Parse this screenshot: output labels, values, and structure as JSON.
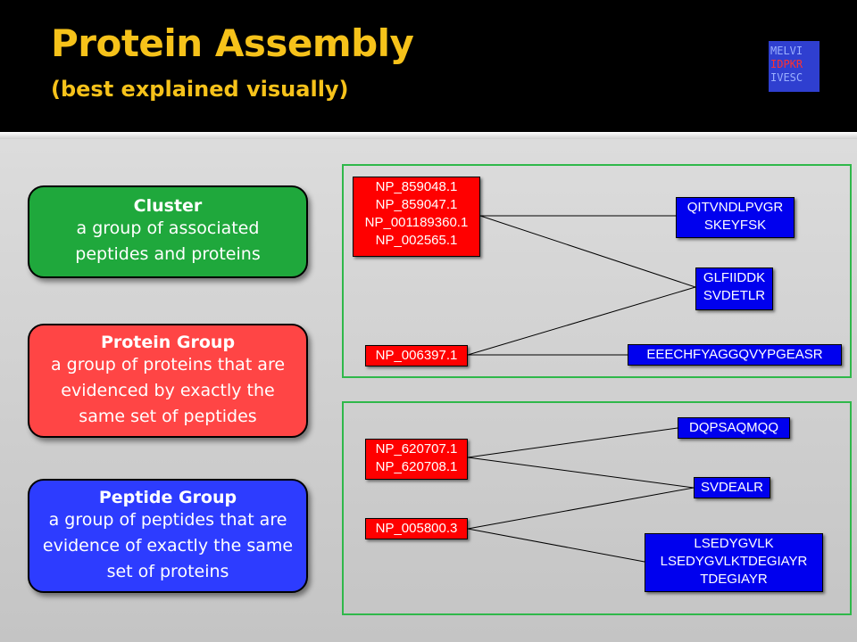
{
  "header": {
    "title": "Protein Assembly",
    "subtitle": "(best explained visually)",
    "logo_lines": [
      "MELVI",
      "IDPKR",
      "IVESC"
    ]
  },
  "definitions": {
    "cluster": {
      "title": "Cluster",
      "description": "a group of associated peptides and proteins"
    },
    "protein_group": {
      "title": "Protein Group",
      "description": "a group of proteins that are evidenced by exactly the same set of peptides"
    },
    "peptide_group": {
      "title": "Peptide Group",
      "description": "a group of peptides that are evidence of exactly the same set of proteins"
    }
  },
  "example1": {
    "protein_groups": [
      [
        "NP_859048.1",
        "NP_859047.1",
        "NP_001189360.1",
        "NP_002565.1"
      ],
      [
        "NP_006397.1"
      ]
    ],
    "peptide_groups": [
      [
        "QITVNDLPVGR",
        "SKEYFSK"
      ],
      [
        "GLFIIDDK",
        "SVDETLR"
      ],
      [
        "EEECHFYAGGQVYPGEASR"
      ]
    ]
  },
  "example2": {
    "protein_groups": [
      [
        "NP_620707.1",
        "NP_620708.1"
      ],
      [
        "NP_005800.3"
      ]
    ],
    "peptide_groups": [
      [
        "DQPSAQMQQ"
      ],
      [
        "SVDEALR"
      ],
      [
        "LSEDYGVLK",
        "LSEDYGVLKTDEGIAYR",
        "TDEGIAYR"
      ]
    ]
  },
  "colors": {
    "header_bg": "#000000",
    "title": "#f6c21a",
    "cluster": "#1fa83c",
    "protein_group": "#ff4545",
    "peptide_group": "#2d3cff",
    "protein_node": "#ff0000",
    "peptide_node": "#0000ee",
    "frame": "#2fb84a"
  }
}
